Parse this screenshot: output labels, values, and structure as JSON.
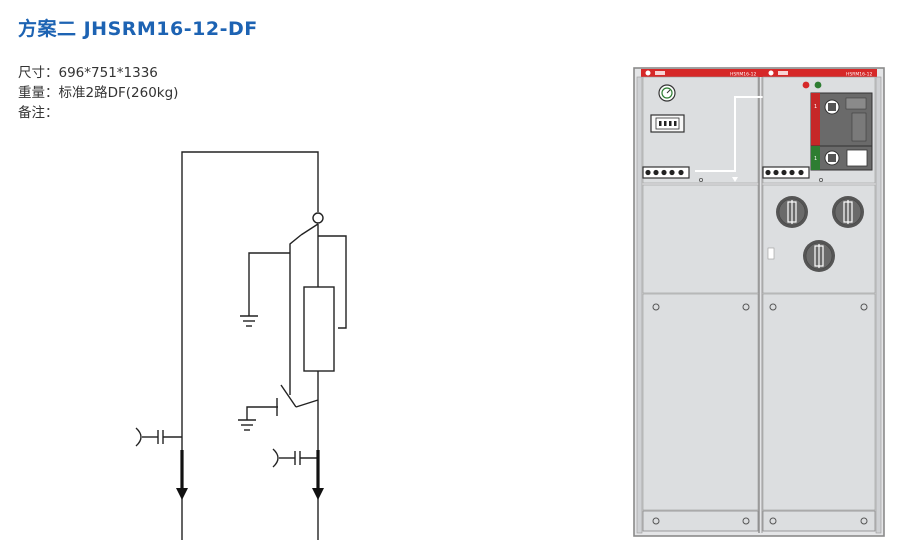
{
  "title": "方案二 JHSRM16-12-DF",
  "specs": {
    "size_label": "尺寸：",
    "size_value": "696*751*1336",
    "weight_label": "重量：",
    "weight_value": "标准2路DF(260kg)",
    "note_label": "备注：",
    "note_value": ""
  },
  "cabinet": {
    "left_brand": "HSRM16-12",
    "right_brand": "HSRM16-12",
    "colors": {
      "frame": "#8a8a8a",
      "panel": "#d9dbdd",
      "top_bar": "#d62828",
      "accent_red": "#c62828",
      "accent_green": "#2e7d32",
      "knob": "#5a5a5a",
      "flow_line": "#ffffff"
    }
  },
  "diagram": {
    "line_color": "#222222"
  }
}
